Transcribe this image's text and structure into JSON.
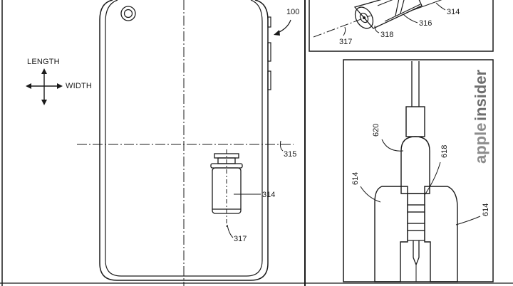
{
  "figure": {
    "direction_labels": {
      "length": "LENGTH",
      "width": "WIDTH"
    },
    "device_ref": "100",
    "axis_ref": "315",
    "component_ref": "314",
    "bottom_ref": "317",
    "inset_refs": {
      "axis": "317",
      "body": "318",
      "cap": "316",
      "shaft": "314"
    },
    "detail_refs": {
      "tip": "620",
      "ring": "618",
      "housing_left": "614",
      "housing_right": "614"
    }
  },
  "watermark": {
    "part1": "apple",
    "part2": "insider"
  }
}
